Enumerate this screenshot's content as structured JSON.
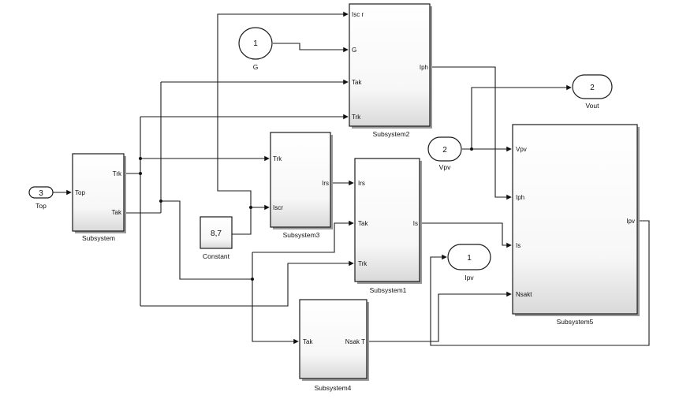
{
  "blocks": {
    "subsystem": {
      "name": "Subsystem",
      "in": [
        "Top"
      ],
      "out": [
        "Trk",
        "Tak"
      ]
    },
    "subsystem1": {
      "name": "Subsystem1",
      "in": [
        "Irs",
        "Tak",
        "Trk"
      ],
      "out": [
        "Is"
      ]
    },
    "subsystem2": {
      "name": "Subsystem2",
      "in": [
        "Isc r",
        "G",
        "Tak",
        "Trk"
      ],
      "out": [
        "Iph"
      ]
    },
    "subsystem3": {
      "name": "Subsystem3",
      "in": [
        "Trk",
        "Iscr"
      ],
      "out": [
        "Irs"
      ]
    },
    "subsystem4": {
      "name": "Subsystem4",
      "in": [
        "Tak"
      ],
      "out": [
        "Nsak T"
      ]
    },
    "subsystem5": {
      "name": "Subsystem5",
      "in": [
        "Vpv",
        "Iph",
        "Is",
        "Nsakt"
      ],
      "out": [
        "Ipv"
      ]
    },
    "constant": {
      "name": "Constant",
      "value": "8,7"
    }
  },
  "inports": [
    {
      "num": "3",
      "label": "Top"
    },
    {
      "num": "1",
      "label": "G"
    },
    {
      "num": "2",
      "label": "Vpv"
    }
  ],
  "outports": [
    {
      "num": "2",
      "label": "Vout"
    },
    {
      "num": "1",
      "label": "Ipv"
    }
  ]
}
